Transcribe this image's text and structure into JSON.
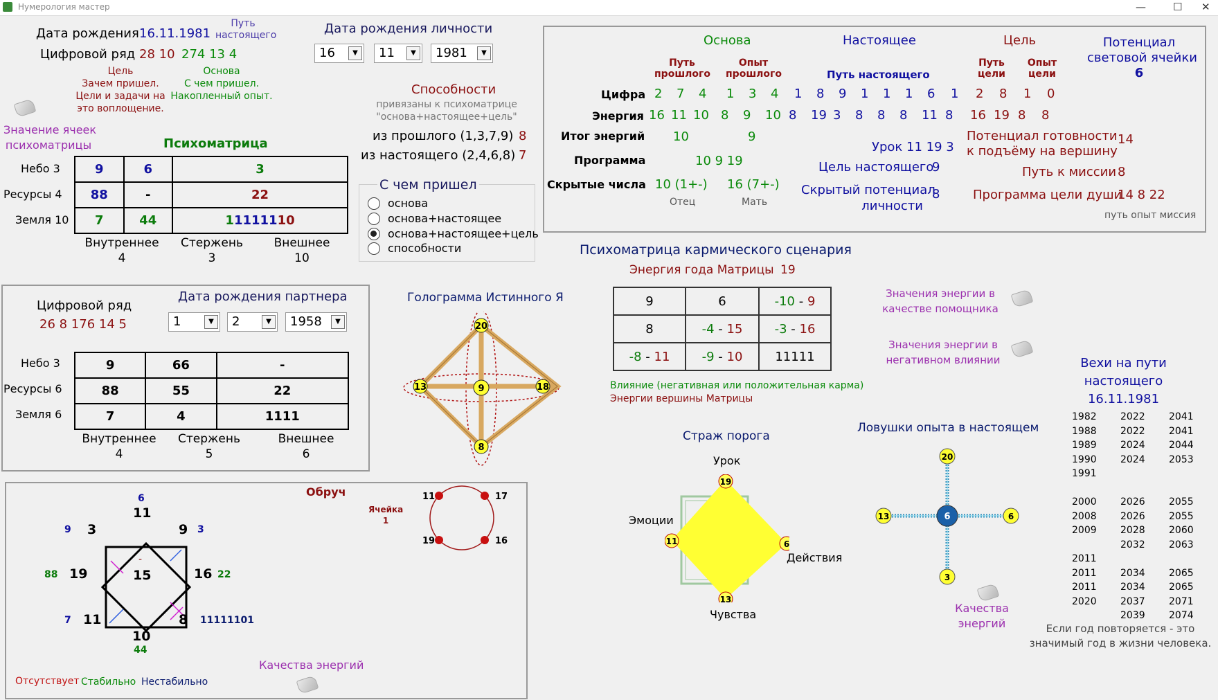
{
  "window": {
    "title": "Нумерология мастер",
    "minimize": "—",
    "maximize": "☐",
    "close": "✕"
  },
  "top": {
    "birth_label": "Дата рождения",
    "birth_value": "16.11.1981",
    "path_present": [
      "Путь",
      "настоящего"
    ],
    "digit_row_label": "Цифровой ряд",
    "digit_row_red": "28 10",
    "digit_row_green": "274 13 4",
    "goal_title": "Цель",
    "goal_lines": [
      "Зачем пришел.",
      "Цели и задачи на",
      "это воплощение."
    ],
    "base_title": "Основа",
    "base_lines": [
      "С чем пришел.",
      "Накопленный опыт."
    ],
    "cells_meaning": [
      "Значение ячеек",
      "психоматрицы"
    ],
    "personal_birth_title": "Дата рождения личности",
    "day": "16",
    "month": "11",
    "year": "1981"
  },
  "psychomatrix": {
    "title": "Психоматрица",
    "rows": [
      {
        "label": "Небо  3",
        "cells": [
          "9",
          "6",
          "3"
        ]
      },
      {
        "label": "Ресурсы  4",
        "cells": [
          "88",
          "-",
          "22"
        ]
      },
      {
        "label": "Земля  10",
        "cells": [
          "7",
          "44",
          "11111110"
        ]
      }
    ],
    "cols": [
      {
        "name": "Внутреннее",
        "value": "4"
      },
      {
        "name": "Стержень",
        "value": "3"
      },
      {
        "name": "Внешнее",
        "value": "10"
      }
    ]
  },
  "abilities": {
    "title": "Способности",
    "note": [
      "привязаны к психоматрице",
      "\"основа+настоящее+цель\""
    ],
    "past_label": "из прошлого (1,3,7,9)",
    "past_value": "8",
    "present_label": "из настоящего (2,4,6,8)",
    "present_value": "7"
  },
  "came_with": {
    "title": "С чем пришел",
    "options": [
      "основа",
      "основа+настоящее",
      "основа+настоящее+цель",
      "способности"
    ],
    "selected": 2
  },
  "main_panel": {
    "base": "Основа",
    "present": "Настоящее",
    "goal": "Цель",
    "potential": [
      "Потенциал",
      "световой ячейки"
    ],
    "potential_value": "6",
    "past_path": [
      "Путь",
      "прошлого"
    ],
    "past_exp": [
      "Опыт",
      "прошлого"
    ],
    "present_path": "Путь настоящего",
    "goal_path": [
      "Путь",
      "цели"
    ],
    "goal_exp": [
      "Опыт",
      "цели"
    ],
    "digit_label": "Цифра",
    "energy_label": "Энергия",
    "total_label": "Итог энергий",
    "program_label": "Программа",
    "hidden_label": "Скрытые числа",
    "digit_values": [
      "2",
      "7",
      "4",
      "1",
      "3",
      "4",
      "1",
      "8",
      "9",
      "1",
      "1",
      "1",
      "6",
      "1",
      "2",
      "8",
      "1",
      "0"
    ],
    "energy_values": [
      "16",
      "11",
      "10",
      "8",
      "9",
      "10",
      "8",
      "19",
      "3",
      "8",
      "8",
      "8",
      "11",
      "8",
      "16",
      "19",
      "8",
      "8"
    ],
    "total_past": "10",
    "total_exp": "9",
    "program": "10 9 19",
    "hidden_father": "10 (1+-)",
    "hidden_mother": "16 (7+-)",
    "father": "Отец",
    "mother": "Мать",
    "lesson": "Урок  11 19 3",
    "goal_present_label": "Цель настоящего",
    "goal_present_value": "9",
    "hidden_potential": [
      "Скрытый потенциал",
      "личности"
    ],
    "hidden_potential_value": "8",
    "readiness": [
      "Потенциал готовности",
      "к подъёму на вершину"
    ],
    "readiness_value": "14",
    "mission_label": "Путь к миссии",
    "mission_value": "8",
    "soul_label": "Программа цели души",
    "soul_value": "14 8 22",
    "soul_note": "путь опыт миссия"
  },
  "karmic": {
    "title": "Психоматрица кармического сценария",
    "year_energy_label": "Энергия года Матрицы",
    "year_energy_value": "19",
    "cells": [
      [
        {
          "a": "9"
        },
        {
          "a": "6"
        },
        {
          "a": "-10",
          "b": "9"
        }
      ],
      [
        {
          "a": "8"
        },
        {
          "a": "-4",
          "b": "15"
        },
        {
          "a": "-3",
          "b": "16"
        }
      ],
      [
        {
          "a": "-8",
          "b": "11"
        },
        {
          "a": "-9",
          "b": "10"
        },
        {
          "a": "11111"
        }
      ]
    ],
    "influence": "Влияние (негативная или положительная карма)",
    "peak": "Энергии вершины Матрицы",
    "helper": [
      "Значения энергии в",
      "качестве помощника"
    ],
    "negative": [
      "Значения энергии в",
      "негативном влиянии"
    ]
  },
  "partner": {
    "digit_row_label": "Цифровой ряд",
    "digit_row": "26 8 176 14 5",
    "birth_title": "Дата рождения партнера",
    "day": "1",
    "month": "2",
    "year": "1958",
    "rows": [
      {
        "label": "Небо  3",
        "cells": [
          "9",
          "66",
          "-"
        ]
      },
      {
        "label": "Ресурсы  6",
        "cells": [
          "88",
          "55",
          "22"
        ]
      },
      {
        "label": "Земля  6",
        "cells": [
          "7",
          "4",
          "1111"
        ]
      }
    ],
    "cols": [
      {
        "name": "Внутреннее",
        "value": "4"
      },
      {
        "name": "Стержень",
        "value": "5"
      },
      {
        "name": "Внешнее",
        "value": "6"
      }
    ]
  },
  "hologram": {
    "title": "Голограмма Истинного Я",
    "top": "20",
    "left": "13",
    "center": "9",
    "right": "18",
    "bottom": "8"
  },
  "hoop_panel": {
    "hoop_title": "Обруч",
    "cell_label": [
      "Ячейка",
      "1"
    ],
    "hoop_nums": {
      "tl": "11",
      "tr": "17",
      "bl": "19",
      "br": "16"
    },
    "star": {
      "top_small": "6",
      "top": "11",
      "tl_small": "9",
      "tl": "3",
      "tr": "9",
      "tr_small": "3",
      "l_small": "88",
      "l": "19",
      "center": "15",
      "r": "16",
      "r_small": "22",
      "bl_small": "7",
      "bl": "11",
      "br": "8",
      "br_small": "11111101",
      "bottom": "10",
      "bottom_small": "44",
      "inner_dash": "-"
    },
    "energy_qualities": "Качества энергий",
    "legend": {
      "absent": "Отсутствует",
      "stable": "Стабильно",
      "unstable": "Нестабильно"
    }
  },
  "guardian": {
    "title": "Страж порога",
    "lesson": "Урок",
    "lesson_v": "19",
    "emotions": "Эмоции",
    "emotions_v": "11",
    "actions": "Действия",
    "actions_v": "6",
    "feelings": "Чувства",
    "feelings_v": "13"
  },
  "traps": {
    "title": "Ловушки опыта в настоящем",
    "top": "20",
    "left": "13",
    "center": "6",
    "right": "6",
    "bottom": "3",
    "qualities": [
      "Качества",
      "энергий"
    ]
  },
  "milestones": {
    "title": [
      "Вехи на пути",
      "настоящего"
    ],
    "date": "16.11.1981",
    "col1": [
      "1982",
      "1988",
      "1989",
      "1990",
      "1991",
      "",
      "2000",
      "2008",
      "2009",
      "",
      "2011",
      "2011",
      "2011",
      "2020",
      ""
    ],
    "col2": [
      "2022",
      "2022",
      "2024",
      "2024",
      "",
      "",
      "2026",
      "2026",
      "2028",
      "2032",
      "",
      "2034",
      "2034",
      "2037",
      "2039"
    ],
    "col3": [
      "2041",
      "2041",
      "2044",
      "2053",
      "",
      "",
      "2055",
      "2055",
      "2060",
      "2063",
      "",
      "2065",
      "2065",
      "2071",
      "2074"
    ],
    "note": [
      "Если год повторяется - это",
      "значимый год в жизни человека."
    ]
  },
  "colors": {
    "red": "#8b1010",
    "green": "#0a8a0a",
    "blue": "#1010a0",
    "purple": "#9b2fae",
    "yellow": "#ffff33"
  }
}
